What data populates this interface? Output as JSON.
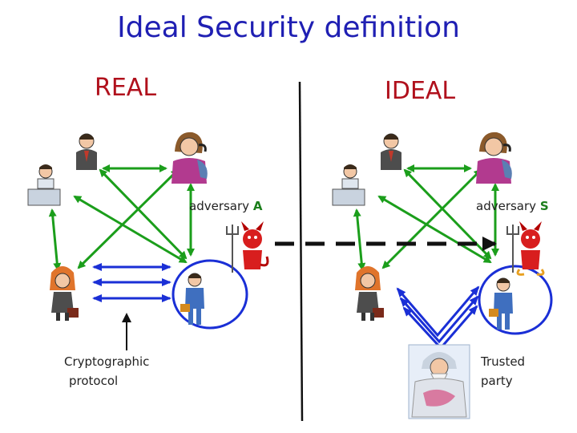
{
  "title": "Ideal Security definition",
  "real": {
    "heading": "REAL",
    "adversary_prefix": "adversary ",
    "adversary_letter": "A",
    "protocol_line1": "Cryptographic",
    "protocol_line2": "protocol"
  },
  "ideal": {
    "heading": "IDEAL",
    "adversary_prefix": "adversary ",
    "adversary_letter": "S",
    "trusted_line1": "Trusted",
    "trusted_line2": "party"
  },
  "colors": {
    "title": "#1f1fb3",
    "heading": "#b0101c",
    "green_arrow": "#1b9e1b",
    "blue_arrow": "#1a2fd6",
    "circle": "#1a2fd6",
    "adversary_letter": "#1b7e1b"
  },
  "icons": [
    "man-icon",
    "programmer-icon",
    "phone-woman-icon",
    "woman-icon",
    "businessman-icon",
    "devil-icon",
    "wizard-icon"
  ]
}
